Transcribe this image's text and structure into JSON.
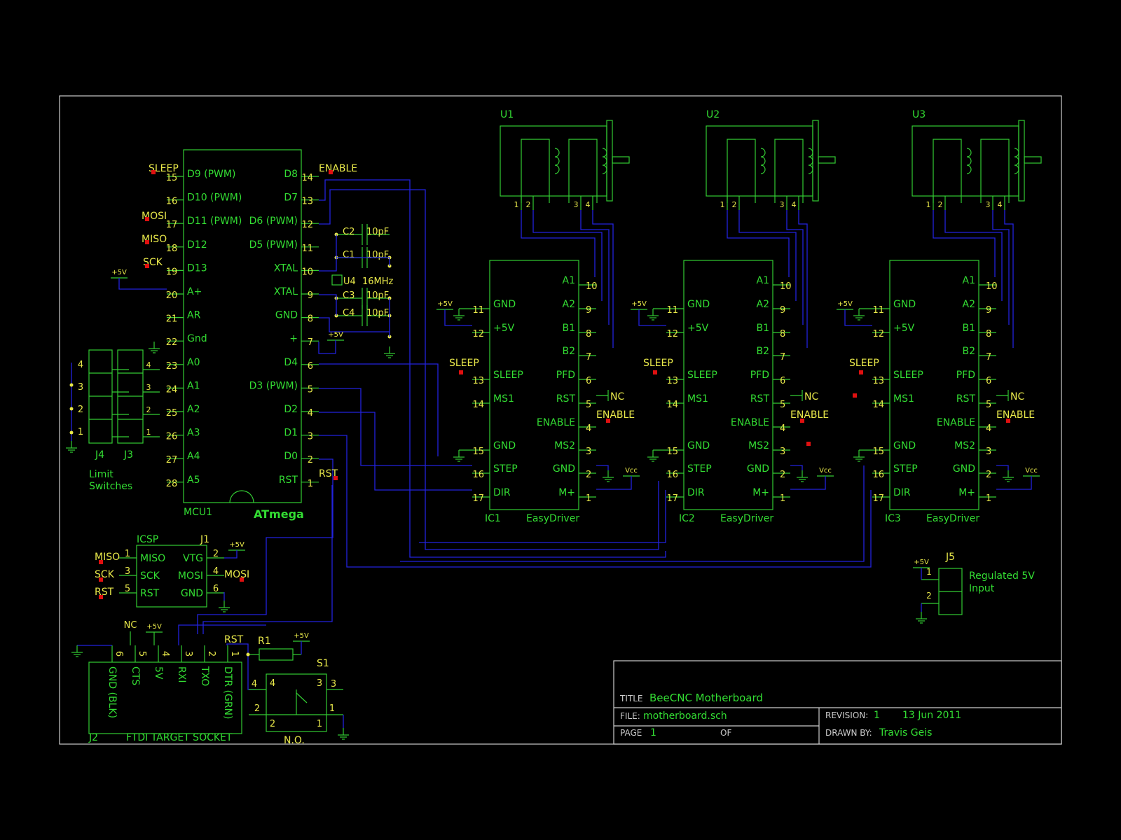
{
  "colors": {
    "background": "#000000",
    "frame": "#cccccc",
    "parts": "#33cc33",
    "pins": "#e8e84a",
    "wires": "#2222dd",
    "markers": "#e01010"
  },
  "mcu": {
    "ref": "MCU1",
    "value": "ATmega",
    "left": [
      [
        "15",
        "D9 (PWM)"
      ],
      [
        "16",
        "D10 (PWM)"
      ],
      [
        "17",
        "D11 (PWM)"
      ],
      [
        "18",
        "D12"
      ],
      [
        "19",
        "D13"
      ],
      [
        "20",
        "A+"
      ],
      [
        "21",
        "AR"
      ],
      [
        "22",
        "Gnd"
      ],
      [
        "23",
        "A0"
      ],
      [
        "24",
        "A1"
      ],
      [
        "25",
        "A2"
      ],
      [
        "26",
        "A3"
      ],
      [
        "27",
        "A4"
      ],
      [
        "28",
        "A5"
      ]
    ],
    "right": [
      [
        "14",
        "D8"
      ],
      [
        "13",
        "D7"
      ],
      [
        "12",
        "D6 (PWM)"
      ],
      [
        "11",
        "D5 (PWM)"
      ],
      [
        "10",
        "XTAL"
      ],
      [
        "9",
        "XTAL"
      ],
      [
        "8",
        "GND"
      ],
      [
        "7",
        "+"
      ],
      [
        "6",
        "D4"
      ],
      [
        "5",
        "D3 (PWM)"
      ],
      [
        "4",
        "D2"
      ],
      [
        "3",
        "D1"
      ],
      [
        "2",
        "D0"
      ],
      [
        "1",
        "RST"
      ]
    ],
    "net_labels": [
      "SLEEP",
      "MOSI",
      "MISO",
      "SCK",
      "ENABLE",
      "RST"
    ]
  },
  "power": {
    "vplus": "+5V",
    "vcc": "Vcc",
    "nc": "NC"
  },
  "caps": [
    {
      "ref": "C2",
      "val": "10pF"
    },
    {
      "ref": "C1",
      "val": "10pF"
    },
    {
      "ref": "C3",
      "val": "10pF"
    },
    {
      "ref": "C4",
      "val": "10pF"
    }
  ],
  "crystal": {
    "ref": "U4",
    "val": "16MHz"
  },
  "motors": [
    {
      "ref": "U1"
    },
    {
      "ref": "U2"
    },
    {
      "ref": "U3"
    }
  ],
  "motor_pins": [
    "1",
    "2",
    "3",
    "4"
  ],
  "drivers": [
    {
      "ref": "IC1",
      "value": "EasyDriver"
    },
    {
      "ref": "IC2",
      "value": "EasyDriver"
    },
    {
      "ref": "IC3",
      "value": "EasyDriver"
    }
  ],
  "driver_left": [
    [
      "11",
      "GND"
    ],
    [
      "12",
      "+5V"
    ],
    [
      "13",
      "SLEEP"
    ],
    [
      "14",
      "MS1"
    ],
    [
      "15",
      "GND"
    ],
    [
      "16",
      "STEP"
    ],
    [
      "17",
      "DIR"
    ]
  ],
  "driver_right": [
    [
      "10",
      "A1"
    ],
    [
      "9",
      "A2"
    ],
    [
      "8",
      "B1"
    ],
    [
      "7",
      "B2"
    ],
    [
      "6",
      "PFD"
    ],
    [
      "5",
      "RST"
    ],
    [
      "4",
      "ENABLE"
    ],
    [
      "3",
      "MS2"
    ],
    [
      "2",
      "GND"
    ],
    [
      "1",
      "M+"
    ]
  ],
  "driver_nets": {
    "sleep": "SLEEP",
    "enable": "ENABLE",
    "nc": "NC"
  },
  "limit": {
    "refs": [
      "J4",
      "J3"
    ],
    "label1": "Limit",
    "label2": "Switches",
    "pins": [
      "4",
      "3",
      "2",
      "1"
    ]
  },
  "icsp": {
    "ref": "J1",
    "title": "ICSP",
    "left": [
      [
        "1",
        "MISO"
      ],
      [
        "3",
        "SCK"
      ],
      [
        "5",
        "RST"
      ]
    ],
    "right": [
      [
        "2",
        "VTG"
      ],
      [
        "4",
        "MOSI"
      ],
      [
        "6",
        "GND"
      ]
    ],
    "nets": [
      "MISO",
      "SCK",
      "RST",
      "MOSI"
    ]
  },
  "ftdi": {
    "ref": "J2",
    "value": "FTDI TARGET SOCKET",
    "pins": [
      [
        "6",
        "GND (BLK)"
      ],
      [
        "5",
        "CTS"
      ],
      [
        "4",
        "5V"
      ],
      [
        "3",
        "RXI"
      ],
      [
        "2",
        "TXO"
      ],
      [
        "1",
        "DTR (GRN)"
      ]
    ],
    "nc": "NC",
    "rst": "RST"
  },
  "r1": {
    "ref": "R1"
  },
  "s1": {
    "ref": "S1",
    "value": "N.O.",
    "pins": [
      "4",
      "3",
      "2",
      "1"
    ]
  },
  "j5": {
    "ref": "J5",
    "label1": "Regulated 5V",
    "label2": "Input",
    "pins": [
      "1",
      "2"
    ]
  },
  "title_block": {
    "title_label": "TITLE",
    "title": "BeeCNC Motherboard",
    "file_label": "FILE:",
    "file": "motherboard.sch",
    "revision_label": "REVISION:",
    "revision": "1",
    "date": "13 Jun 2011",
    "page_label": "PAGE",
    "page": "1",
    "of_label": "OF",
    "drawn_label": "DRAWN BY:",
    "drawn": "Travis Geis"
  }
}
